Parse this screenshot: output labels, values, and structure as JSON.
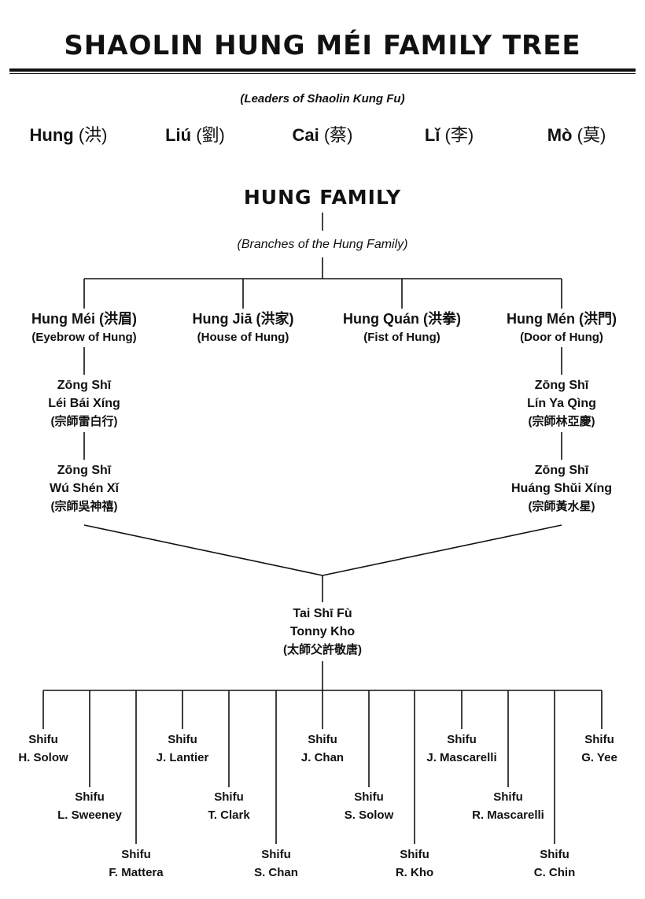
{
  "title": "SHAOLIN HUNG MÉI FAMILY TREE",
  "leaders": {
    "caption": "(Leaders of Shaolin Kung Fu)",
    "items": [
      {
        "name": "Hung",
        "chinese": "(洪)"
      },
      {
        "name": "Liú",
        "chinese": "(劉)"
      },
      {
        "name": "Cai",
        "chinese": "(蔡)"
      },
      {
        "name": "Lǐ",
        "chinese": "(李)"
      },
      {
        "name": "Mò",
        "chinese": "(莫)"
      }
    ]
  },
  "hung_family": {
    "title": "HUNG FAMILY",
    "caption": "(Branches of the Hung Family)",
    "branches": [
      {
        "name": "Hung Méi (洪眉)",
        "english": "(Eyebrow of Hung)"
      },
      {
        "name": "Hung Jiā (洪家)",
        "english": "(House of Hung)"
      },
      {
        "name": "Hung Quán (洪拳)",
        "english": "(Fist of Hung)"
      },
      {
        "name": "Hung Mén (洪門)",
        "english": "(Door of Hung)"
      }
    ]
  },
  "masters": {
    "left": [
      {
        "title": "Zōng Shī",
        "name": "Léi Bái Xíng",
        "chinese": "(宗師雷白行)"
      },
      {
        "title": "Zōng Shī",
        "name": "Wú Shén Xǐ",
        "chinese": "(宗師吳神禧)"
      }
    ],
    "right": [
      {
        "title": "Zōng Shī",
        "name": "Lín Ya Qìng",
        "chinese": "(宗師林亞慶)"
      },
      {
        "title": "Zōng Shī",
        "name": "Huáng Shŭi Xíng",
        "chinese": "(宗師黃水星)"
      }
    ]
  },
  "grandmaster": {
    "title": "Tai Shī Fù",
    "name": "Tonny Kho",
    "chinese": "(太師父許敬唐)"
  },
  "shifus": [
    {
      "title": "Shifu",
      "name": "H. Solow"
    },
    {
      "title": "Shifu",
      "name": "L. Sweeney"
    },
    {
      "title": "Shifu",
      "name": "F. Mattera"
    },
    {
      "title": "Shifu",
      "name": "J. Lantier"
    },
    {
      "title": "Shifu",
      "name": "T. Clark"
    },
    {
      "title": "Shifu",
      "name": "S. Chan"
    },
    {
      "title": "Shifu",
      "name": "J. Chan"
    },
    {
      "title": "Shifu",
      "name": "S. Solow"
    },
    {
      "title": "Shifu",
      "name": "R. Kho"
    },
    {
      "title": "Shifu",
      "name": "J. Mascarelli"
    },
    {
      "title": "Shifu",
      "name": "R. Mascarelli"
    },
    {
      "title": "Shifu",
      "name": "C. Chin"
    },
    {
      "title": "Shifu",
      "name": "G. Yee"
    }
  ]
}
